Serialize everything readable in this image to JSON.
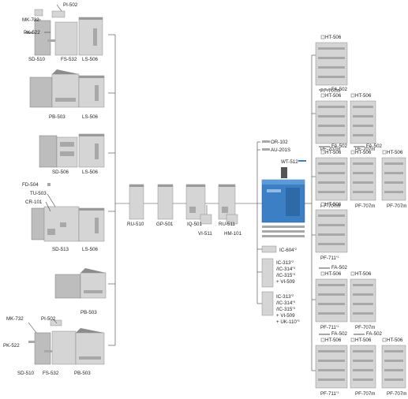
{
  "left_configs": [
    {
      "items": [
        "PI-502",
        "MK-732",
        "PK-522",
        "SD-510",
        "FS-532",
        "LS-506"
      ]
    },
    {
      "items": [
        "PB-503",
        "LS-506"
      ]
    },
    {
      "items": [
        "SD-506",
        "LS-506"
      ]
    },
    {
      "items": [
        "FD-504",
        "TU-503",
        "CR-101",
        "SD-513",
        "LS-506"
      ]
    },
    {
      "items": [
        "PB-503"
      ]
    },
    {
      "items": [
        "MK-732",
        "PI-502",
        "PK-522",
        "SD-510",
        "FS-532",
        "PB-503"
      ]
    }
  ],
  "middle": {
    "items": [
      "RU-510",
      "GP-501",
      "IQ-501",
      "RU-511",
      "VI-511",
      "HM-101"
    ]
  },
  "center": {
    "top_labels": [
      "OR-102",
      "AU-201S",
      "WT-512"
    ],
    "ic_options": [
      {
        "text": "IC-604",
        "sup": "*2"
      },
      {
        "lines": [
          {
            "text": "IC-313",
            "sup": "*2"
          },
          {
            "text": "/IC-314",
            "sup": "*3"
          },
          {
            "text": "/IC-315",
            "sup": "*3"
          },
          {
            "text": "+ VI-509",
            "sup": ""
          }
        ]
      },
      {
        "lines": [
          {
            "text": "IC-313",
            "sup": "*2"
          },
          {
            "text": "/IC-314",
            "sup": "*3"
          },
          {
            "text": "/IC-315",
            "sup": "*3"
          },
          {
            "text": "+ VI-509",
            "sup": ""
          },
          {
            "text": "+ UK-110",
            "sup": "*3"
          }
        ]
      }
    ]
  },
  "right_options": [
    {
      "ht": [
        "HT-506"
      ],
      "fa": [],
      "pf": [
        {
          "text": "PF-707m",
          "sup": ""
        }
      ]
    },
    {
      "ht": [
        "HT-506",
        "HT-506"
      ],
      "fa": [
        "FA-502"
      ],
      "pf": [
        {
          "text": "PF-707m",
          "sup": ""
        },
        {
          "text": "PF-707m",
          "sup": ""
        }
      ]
    },
    {
      "ht": [
        "HT-506",
        "HT-506",
        "HT-506"
      ],
      "fa": [
        "FA-502",
        "FA-502"
      ],
      "pf": [
        {
          "text": "PF-707m",
          "sup": ""
        },
        {
          "text": "PF-707m",
          "sup": ""
        },
        {
          "text": "PF-707m",
          "sup": ""
        }
      ]
    },
    {
      "ht": [
        "HT-506"
      ],
      "fa": [],
      "pf": [
        {
          "text": "PF-711",
          "sup": "*1"
        }
      ]
    },
    {
      "ht": [
        "HT-506",
        "HT-506"
      ],
      "fa": [
        "FA-502"
      ],
      "pf": [
        {
          "text": "PF-711",
          "sup": "*1"
        },
        {
          "text": "PF-707m",
          "sup": ""
        }
      ]
    },
    {
      "ht": [
        "HT-506",
        "HT-506",
        "HT-506"
      ],
      "fa": [
        "FA-502",
        "FA-502"
      ],
      "pf": [
        {
          "text": "PF-711",
          "sup": "*1"
        },
        {
          "text": "PF-707m",
          "sup": ""
        },
        {
          "text": "PF-707m",
          "sup": ""
        }
      ]
    }
  ]
}
